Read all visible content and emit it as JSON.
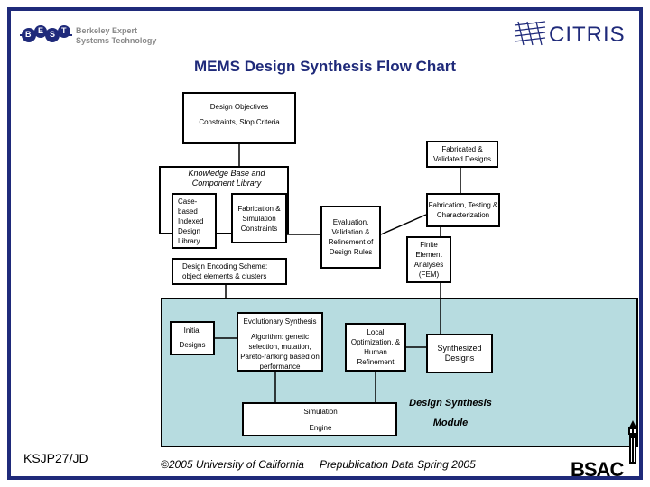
{
  "header": {
    "best_logo_lines": [
      "Berkeley Expert",
      "Systems Technology"
    ],
    "best_letters": [
      "B",
      "E",
      "S",
      "T"
    ],
    "citris_logo": "CITRIS"
  },
  "title": "MEMS Design Synthesis Flow Chart",
  "nodes": {
    "design_objectives": "Design Objectives",
    "constraints": "Constraints, Stop Criteria",
    "fabricated_designs": "Fabricated & Validated Designs",
    "knowledge_base": "Knowledge Base and Component Library",
    "case_based": "Case-based Indexed Design Library",
    "fab_sim_constraints": "Fabrication & Simulation Constraints",
    "design_encoding": "Design Encoding Scheme: object elements & clusters",
    "evaluation": "Evaluation, Validation & Refinement of Design Rules",
    "fab_testing": "Fabrication, Testing & Characterization",
    "fea": "Finite Element Analyses (FEM)",
    "evolutionary": "Evolutionary Synthesis",
    "initial": "Initial",
    "designs": "Designs",
    "algorithm": "Algorithm: genetic selection, mutation, Pareto-ranking based on performance",
    "local_opt": "Local Optimization, & Human Refinement",
    "synthesized": "Synthesized Designs",
    "simulation": "Simulation",
    "engine": "Engine",
    "module_label_1": "Design Synthesis",
    "module_label_2": "Module"
  },
  "footer": {
    "author": "KSJP27/JD",
    "copyright": "©2005 University of California",
    "prepub": "Prepublication Data Spring 2005",
    "bsac_logo": "BSAC"
  },
  "colors": {
    "frame": "#1f2a7a",
    "module_bg": "#b7dce0",
    "title": "#1f2a7a"
  }
}
